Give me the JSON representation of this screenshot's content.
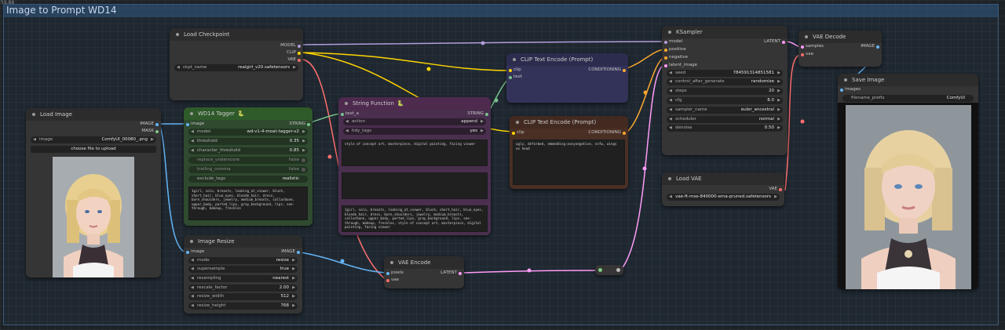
{
  "fps": "59.88",
  "group": {
    "title": "Image to Prompt WD14"
  },
  "colors": {
    "model": "#b39ddb",
    "clip": "#ffd500",
    "vae": "#ff6e6e",
    "conditioning": "#ffa931",
    "latent": "#ff9cf9",
    "image": "#64b5f6",
    "mask": "#81c784",
    "string": "#78c28c"
  },
  "nodes": {
    "load_checkpoint": {
      "title": "Load Checkpoint",
      "outputs": [
        "MODEL",
        "CLIP",
        "VAE"
      ],
      "ckpt_name": {
        "label": "ckpt_name",
        "value": "realgirl_v20.safetensors"
      }
    },
    "load_image": {
      "title": "Load Image",
      "outputs": [
        "IMAGE",
        "MASK"
      ],
      "image": {
        "label": "image",
        "value": "ComfyUI_00080_.png"
      },
      "upload_label": "choose file to upload"
    },
    "wd14_tagger": {
      "title": "WD14 Tagger",
      "badge": "🐍",
      "input": "image",
      "output": "STRING",
      "widgets": [
        {
          "label": "model",
          "value": "wd-v1-4-moat-tagger-v2"
        },
        {
          "label": "threshold",
          "value": "0.35"
        },
        {
          "label": "character_threshold",
          "value": "0.85"
        },
        {
          "label": "replace_underscore",
          "value": "false"
        },
        {
          "label": "trailing_comma",
          "value": "false"
        },
        {
          "label": "exclude_tags",
          "value": "realistic"
        }
      ],
      "tags_text": "1girl, solo, breasts, looking_at_viewer, blush, short_hair, blue_eyes, blonde_hair, dress, bare_shoulders, jewelry, medium_breasts, collarbone, upper_body, parted_lips, gray_background, lips, see-through, makeup, freckles"
    },
    "string_function": {
      "title": "String Function",
      "badge": "🐍",
      "input": "text_a",
      "output": "STRING",
      "widgets": [
        {
          "label": "action",
          "value": "append"
        },
        {
          "label": "tidy_tags",
          "value": "yes"
        }
      ],
      "text_b": "style of concept art, masterpiece, digital painting, facing viewer",
      "text_c": "",
      "result": "1girl, solo, breasts, looking_at_viewer, blush, short_hair, blue_eyes, blonde_hair, dress, bare_shoulders, jewelry, medium_breasts, collarbone, upper_body, parted_lips, gray_background, lips, see-through, makeup, freckles, style of concept art, masterpiece, digital painting, facing viewer"
    },
    "clip_pos": {
      "title": "CLIP Text Encode (Prompt)",
      "inputs": [
        "clip",
        "text"
      ],
      "output": "CONDITIONING"
    },
    "clip_neg": {
      "title": "CLIP Text Encode (Prompt)",
      "inputs": [
        "clip"
      ],
      "output": "CONDITIONING",
      "text": "ugly, deformed, embedding:easynegative, nsfw, wings on head"
    },
    "ksampler": {
      "title": "KSampler",
      "inputs": [
        "model",
        "positive",
        "negative",
        "latent_image"
      ],
      "output": "LATENT",
      "widgets": [
        {
          "label": "seed",
          "value": "784591314851581"
        },
        {
          "label": "control_after_generate",
          "value": "randomize"
        },
        {
          "label": "steps",
          "value": "20"
        },
        {
          "label": "cfg",
          "value": "8.0"
        },
        {
          "label": "sampler_name",
          "value": "euler_ancestral"
        },
        {
          "label": "scheduler",
          "value": "normal"
        },
        {
          "label": "denoise",
          "value": "0.50"
        }
      ]
    },
    "vae_decode": {
      "title": "VAE Decode",
      "inputs": [
        "samples",
        "vae"
      ],
      "output": "IMAGE"
    },
    "save_image": {
      "title": "Save Image",
      "input": "images",
      "filename_prefix": {
        "label": "filename_prefix",
        "value": "ComfyUI"
      }
    },
    "load_vae": {
      "title": "Load VAE",
      "output": "VAE",
      "vae_name": {
        "value": "vae-ft-mse-840000-ema-pruned.safetensors"
      }
    },
    "image_resize": {
      "title": "Image Resize",
      "input": "image",
      "output": "IMAGE",
      "widgets": [
        {
          "label": "mode",
          "value": "resize"
        },
        {
          "label": "supersample",
          "value": "true"
        },
        {
          "label": "resampling",
          "value": "nearest"
        },
        {
          "label": "rescale_factor",
          "value": "2.00"
        },
        {
          "label": "resize_width",
          "value": "512"
        },
        {
          "label": "resize_height",
          "value": "768"
        }
      ]
    },
    "vae_encode": {
      "title": "VAE Encode",
      "inputs": [
        "pixels",
        "vae"
      ],
      "output": "LATENT"
    }
  }
}
